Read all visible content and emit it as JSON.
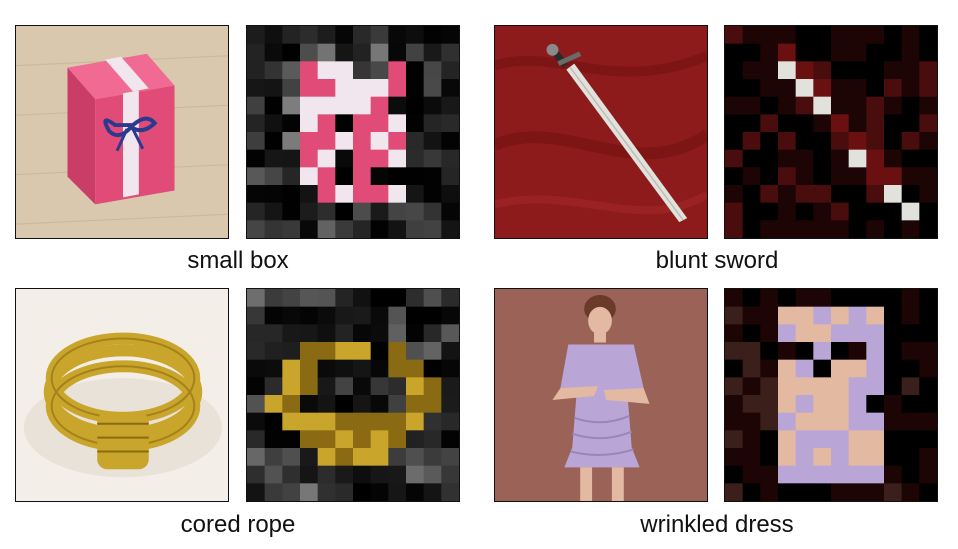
{
  "figure": {
    "rows": [
      {
        "items": [
          {
            "caption": "small box",
            "palette": {
              "bg": "#d9c8ae",
              "object": "#e04b77",
              "accent": "#f1e6ee",
              "ribbon": "#2b3a8f"
            }
          },
          {
            "caption": "blunt sword",
            "palette": {
              "bg": "#8e1b1b",
              "object": "#e2e2dd",
              "accent": "#6b1010",
              "hilt": "#2a2a2a"
            }
          }
        ]
      },
      {
        "items": [
          {
            "caption": "cored rope",
            "palette": {
              "bg": "#f3efe8",
              "object": "#c9a52b",
              "accent": "#8a6a12"
            }
          },
          {
            "caption": "wrinkled dress",
            "palette": {
              "bg": "#9b6358",
              "object": "#b9a6d6",
              "accent": "#e4b9a2"
            }
          }
        ]
      }
    ],
    "mask_style": "black-gray pixel mosaic outside object region"
  }
}
